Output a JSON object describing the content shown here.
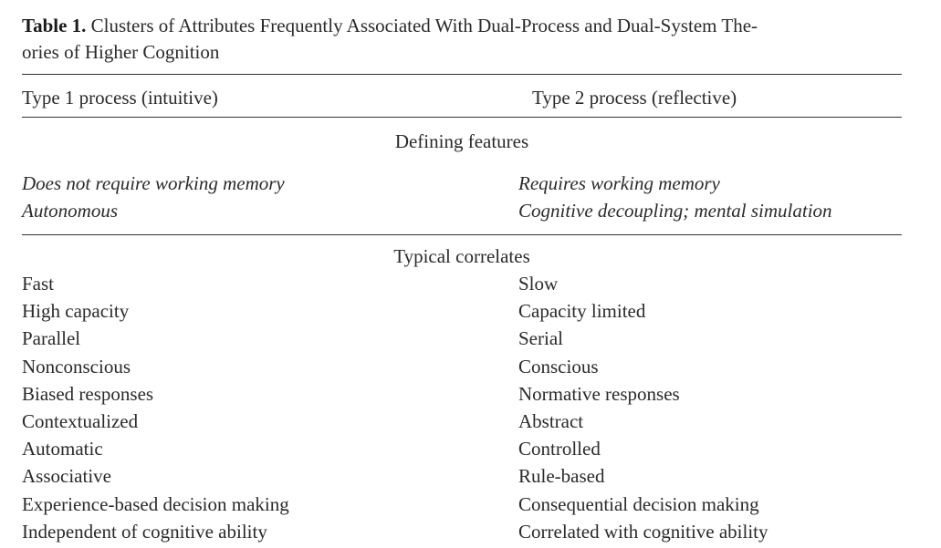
{
  "caption": {
    "label": "Table 1.",
    "text": "Clusters of Attributes Frequently Associated With Dual-Process and Dual-System Theories of Higher Cognition",
    "line1": "Clusters of Attributes Frequently Associated With Dual-Process and Dual-System The-",
    "line2": "ories of Higher Cognition"
  },
  "header": {
    "col1": "Type 1 process (intuitive)",
    "col2": "Type 2 process (reflective)"
  },
  "sections": [
    {
      "title": "Defining features",
      "italic": true,
      "rows": [
        [
          "Does not require working memory",
          "Requires working memory"
        ],
        [
          "Autonomous",
          "Cognitive decoupling; mental simulation"
        ]
      ]
    },
    {
      "title": "Typical correlates",
      "italic": false,
      "rows": [
        [
          "Fast",
          "Slow"
        ],
        [
          "High capacity",
          "Capacity limited"
        ],
        [
          "Parallel",
          "Serial"
        ],
        [
          "Nonconscious",
          "Conscious"
        ],
        [
          "Biased responses",
          "Normative responses"
        ],
        [
          "Contextualized",
          "Abstract"
        ],
        [
          "Automatic",
          "Controlled"
        ],
        [
          "Associative",
          "Rule-based"
        ],
        [
          "Experience-based decision making",
          "Consequential decision making"
        ],
        [
          "Independent of cognitive ability",
          "Correlated with cognitive ability"
        ]
      ]
    }
  ]
}
